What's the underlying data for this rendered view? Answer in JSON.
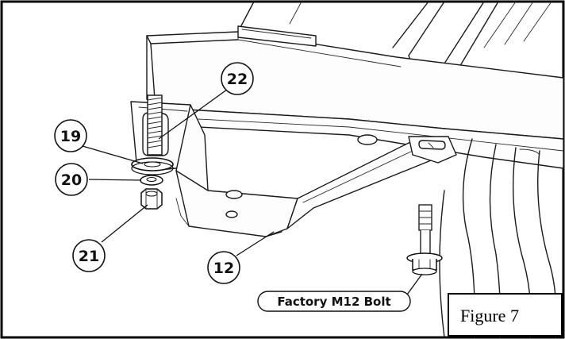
{
  "figure": {
    "label": "Figure 7"
  },
  "callouts": [
    {
      "id": "19",
      "label": "19"
    },
    {
      "id": "20",
      "label": "20"
    },
    {
      "id": "21",
      "label": "21"
    },
    {
      "id": "22",
      "label": "22"
    },
    {
      "id": "12",
      "label": "12"
    }
  ],
  "annotations": {
    "factory_bolt": "Factory M12 Bolt"
  }
}
